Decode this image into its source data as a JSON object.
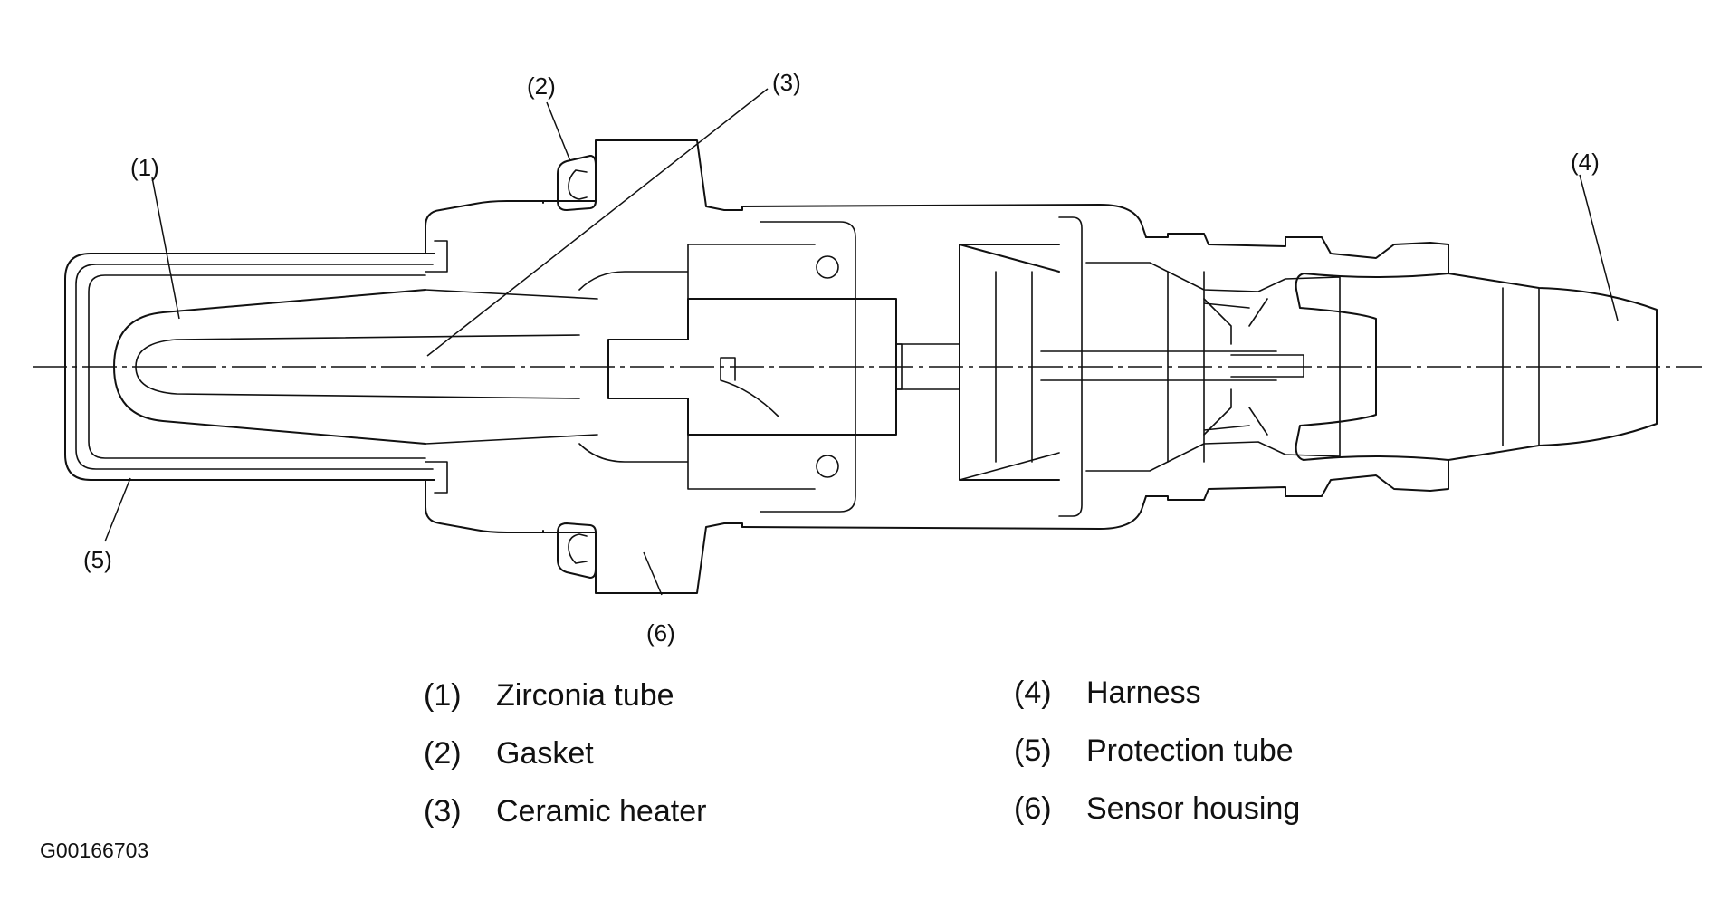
{
  "callouts": [
    "(1)",
    "(2)",
    "(3)",
    "(4)",
    "(5)",
    "(6)"
  ],
  "legend": {
    "left": [
      {
        "num": "(1)",
        "label": "Zirconia tube"
      },
      {
        "num": "(2)",
        "label": "Gasket"
      },
      {
        "num": "(3)",
        "label": "Ceramic heater"
      }
    ],
    "right": [
      {
        "num": "(4)",
        "label": "Harness"
      },
      {
        "num": "(5)",
        "label": "Protection tube"
      },
      {
        "num": "(6)",
        "label": "Sensor housing"
      }
    ]
  },
  "figure_id": "G00166703"
}
